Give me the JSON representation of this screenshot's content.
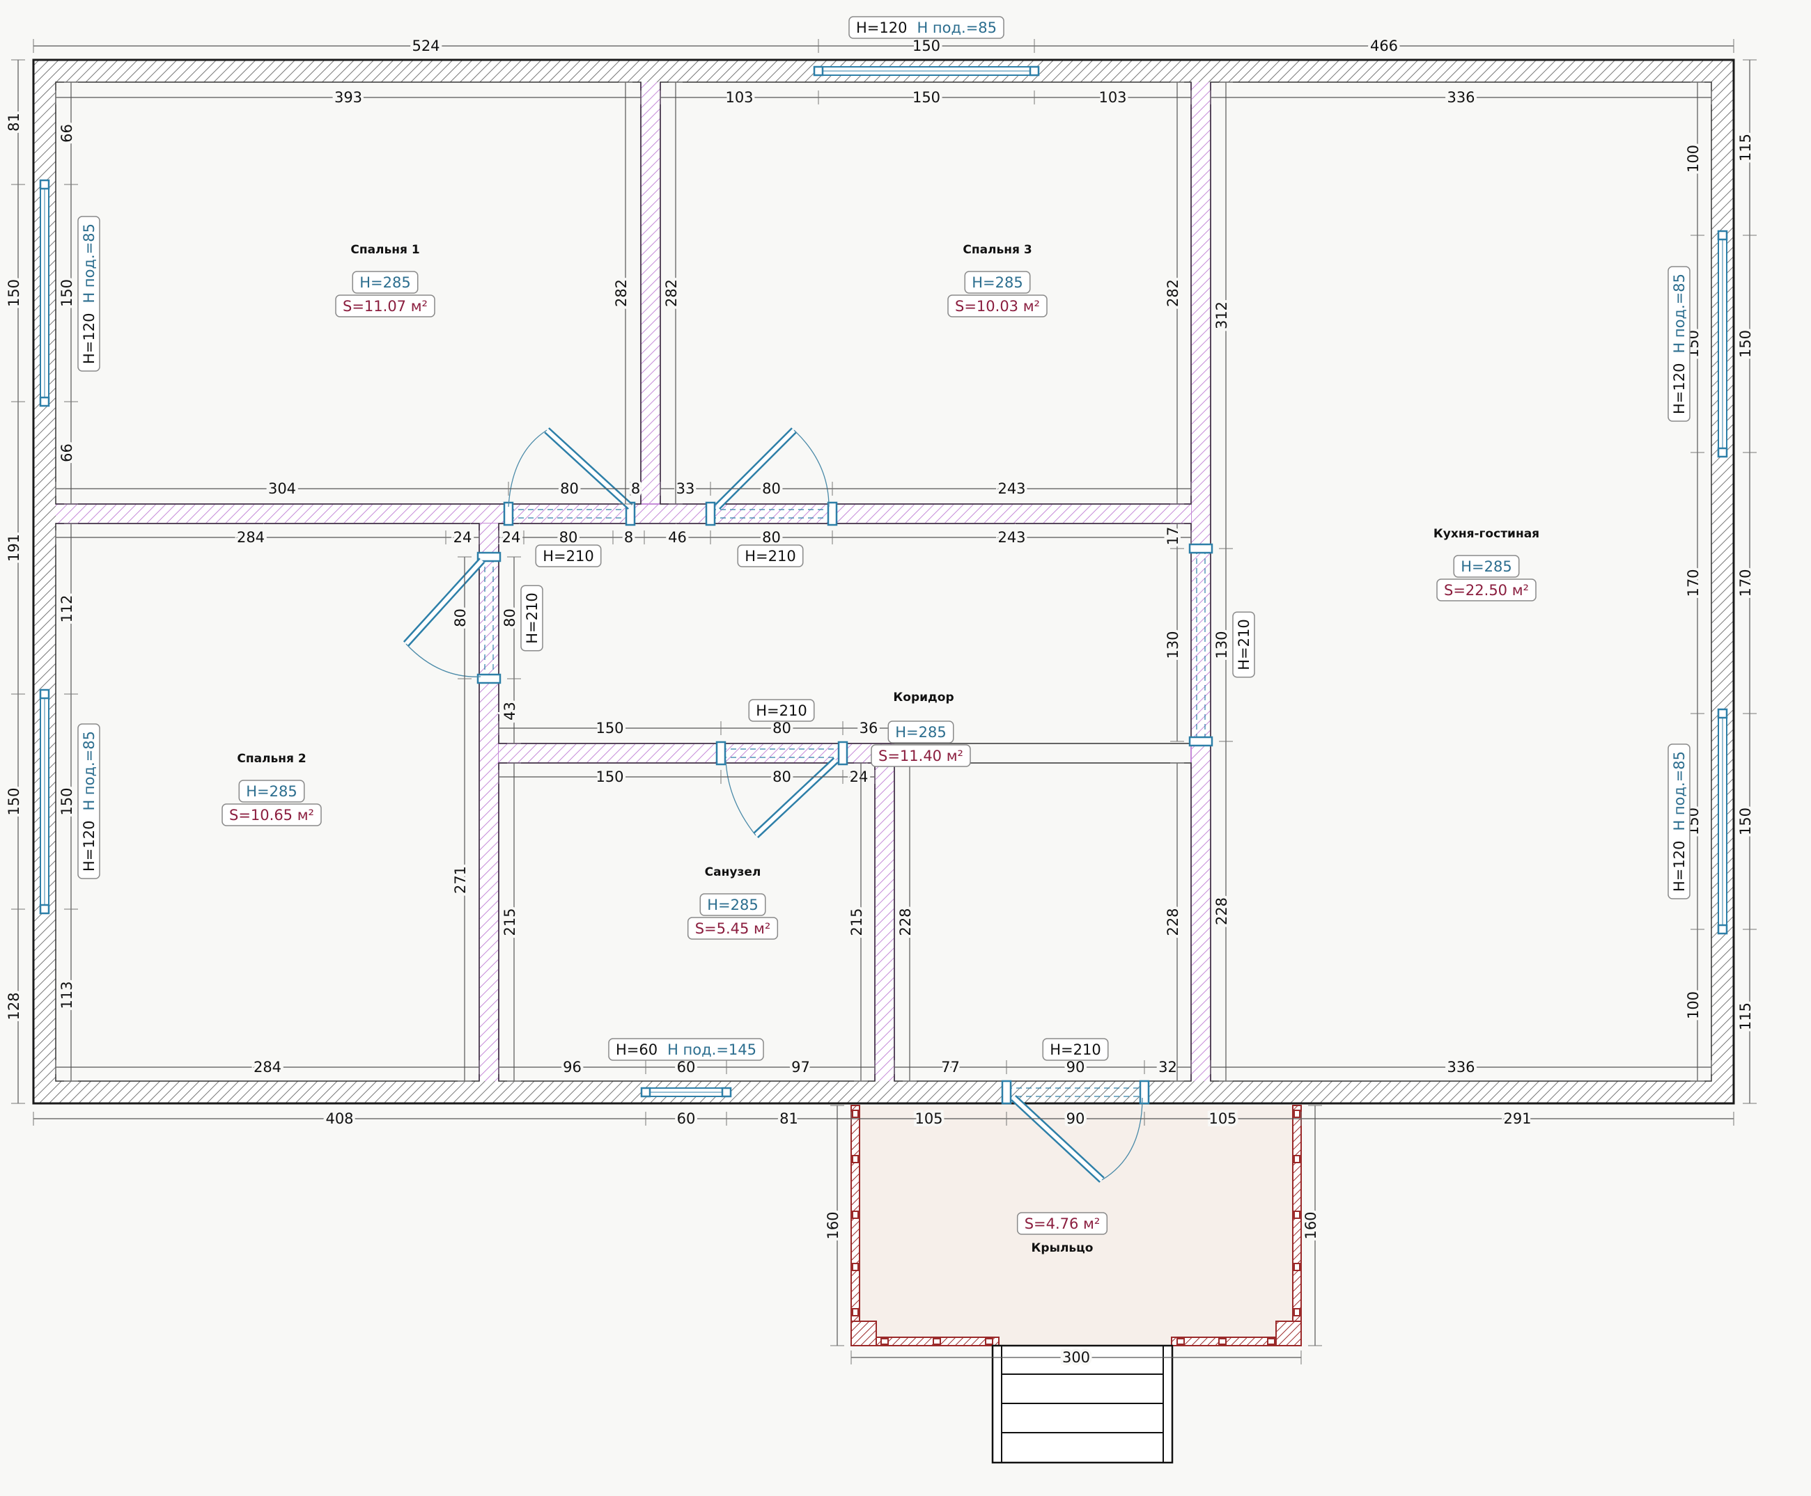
{
  "colors": {
    "wall_outline": "#1a1a1a",
    "partition": "#c58ad8",
    "window": "#2d7fa8",
    "porch": "#9b2a2a",
    "height_text": "#2c6e8f",
    "area_text": "#8b1e3f",
    "porch_fill": "#f6efea"
  },
  "rooms": [
    {
      "id": "bedroom1",
      "name": "Спальня 1",
      "height": "H=285",
      "area": "S=11.07 м²"
    },
    {
      "id": "bedroom3",
      "name": "Спальня 3",
      "height": "H=285",
      "area": "S=10.03 м²"
    },
    {
      "id": "kitchen",
      "name": "Кухня-гостиная",
      "height": "H=285",
      "area": "S=22.50 м²"
    },
    {
      "id": "bedroom2",
      "name": "Спальня 2",
      "height": "H=285",
      "area": "S=10.65 м²"
    },
    {
      "id": "corridor",
      "name": "Коридор",
      "height": "H=285",
      "area": "S=11.40 м²"
    },
    {
      "id": "bathroom",
      "name": "Санузел",
      "height": "H=285",
      "area": "S=5.45 м²"
    },
    {
      "id": "porch",
      "name": "Крыльцо",
      "height": "",
      "area": "S=4.76 м²"
    }
  ],
  "openings": [
    {
      "id": "win-top",
      "h": "H=120",
      "sill": "H под.=85"
    },
    {
      "id": "win-left-top",
      "h": "H=120",
      "sill": "H под.=85"
    },
    {
      "id": "win-left-bottom",
      "h": "H=120",
      "sill": "H под.=85"
    },
    {
      "id": "win-right-top",
      "h": "H=120",
      "sill": "H под.=85"
    },
    {
      "id": "win-right-bottom",
      "h": "H=120",
      "sill": "H под.=85"
    },
    {
      "id": "win-bathroom",
      "h": "H=60",
      "sill": "H под.=145"
    },
    {
      "id": "door-bedroom1",
      "h": "H=210"
    },
    {
      "id": "door-bedroom3",
      "h": "H=210"
    },
    {
      "id": "door-bedroom2",
      "h": "H=210"
    },
    {
      "id": "door-bathroom",
      "h": "H=210"
    },
    {
      "id": "door-kitchen",
      "h": "H=210"
    },
    {
      "id": "door-entry",
      "h": "H=210"
    }
  ],
  "dimensions": {
    "top": [
      "524",
      "150",
      "466"
    ],
    "bottom": [
      "408",
      "60",
      "81",
      "105",
      "90",
      "105",
      "291"
    ],
    "left": [
      "81",
      "150",
      "191",
      "150",
      "128"
    ],
    "right": [
      "115",
      "150",
      "170",
      "150",
      "115"
    ],
    "porch_width": "300",
    "porch_depth_left": "160",
    "porch_depth_right": "160",
    "interior": [
      {
        "id": "b1-top",
        "v": "393"
      },
      {
        "id": "b3-top-l",
        "v": "103"
      },
      {
        "id": "b3-top-m",
        "v": "150"
      },
      {
        "id": "b3-top-r",
        "v": "103"
      },
      {
        "id": "k-top",
        "v": "336"
      },
      {
        "id": "b1-l-1",
        "v": "66"
      },
      {
        "id": "b1-l-2",
        "v": "150"
      },
      {
        "id": "b1-l-3",
        "v": "66"
      },
      {
        "id": "b1-r",
        "v": "282"
      },
      {
        "id": "b3-l",
        "v": "282"
      },
      {
        "id": "b3-r",
        "v": "282"
      },
      {
        "id": "k-l",
        "v": "312"
      },
      {
        "id": "b1-bot-1",
        "v": "304"
      },
      {
        "id": "b1-bot-2",
        "v": "80"
      },
      {
        "id": "b1-bot-3",
        "v": "8"
      },
      {
        "id": "b3-bot-1",
        "v": "33"
      },
      {
        "id": "b3-bot-2",
        "v": "80"
      },
      {
        "id": "b3-bot-3",
        "v": "243"
      },
      {
        "id": "b2-top",
        "v": "284"
      },
      {
        "id": "b2-top-24",
        "v": "24"
      },
      {
        "id": "c-top-24",
        "v": "24"
      },
      {
        "id": "c-top-80",
        "v": "80"
      },
      {
        "id": "c-top-8",
        "v": "8"
      },
      {
        "id": "c-top-46",
        "v": "46"
      },
      {
        "id": "c-top-80b",
        "v": "80"
      },
      {
        "id": "c-top-243",
        "v": "243"
      },
      {
        "id": "c-r-17",
        "v": "17"
      },
      {
        "id": "k-r-100",
        "v": "100"
      },
      {
        "id": "k-r-150",
        "v": "150"
      },
      {
        "id": "k-r-170",
        "v": "170"
      },
      {
        "id": "k-r-150b",
        "v": "150"
      },
      {
        "id": "k-r-100b",
        "v": "100"
      },
      {
        "id": "b2-l-112",
        "v": "112"
      },
      {
        "id": "b2-l-150",
        "v": "150"
      },
      {
        "id": "b2-l-113",
        "v": "113"
      },
      {
        "id": "b2-r-80",
        "v": "80"
      },
      {
        "id": "b2-r-271",
        "v": "271"
      },
      {
        "id": "c-l-80",
        "v": "80"
      },
      {
        "id": "c-l-43",
        "v": "43"
      },
      {
        "id": "c-130a",
        "v": "130"
      },
      {
        "id": "c-130b",
        "v": "130"
      },
      {
        "id": "bath-top-150",
        "v": "150"
      },
      {
        "id": "bath-top-80",
        "v": "80"
      },
      {
        "id": "bath-top-36",
        "v": "36"
      },
      {
        "id": "bath-in-150",
        "v": "150"
      },
      {
        "id": "bath-in-80",
        "v": "80"
      },
      {
        "id": "bath-in-24",
        "v": "24"
      },
      {
        "id": "bath-l-215",
        "v": "215"
      },
      {
        "id": "bath-r-215",
        "v": "215"
      },
      {
        "id": "c-228a",
        "v": "228"
      },
      {
        "id": "c-228b",
        "v": "228"
      },
      {
        "id": "k-228",
        "v": "228"
      },
      {
        "id": "b2-bot",
        "v": "284"
      },
      {
        "id": "bath-bot-96",
        "v": "96"
      },
      {
        "id": "bath-bot-60",
        "v": "60"
      },
      {
        "id": "bath-bot-97",
        "v": "97"
      },
      {
        "id": "c-bot-77",
        "v": "77"
      },
      {
        "id": "c-bot-90",
        "v": "90"
      },
      {
        "id": "c-bot-32",
        "v": "32"
      },
      {
        "id": "k-bot",
        "v": "336"
      }
    ]
  }
}
